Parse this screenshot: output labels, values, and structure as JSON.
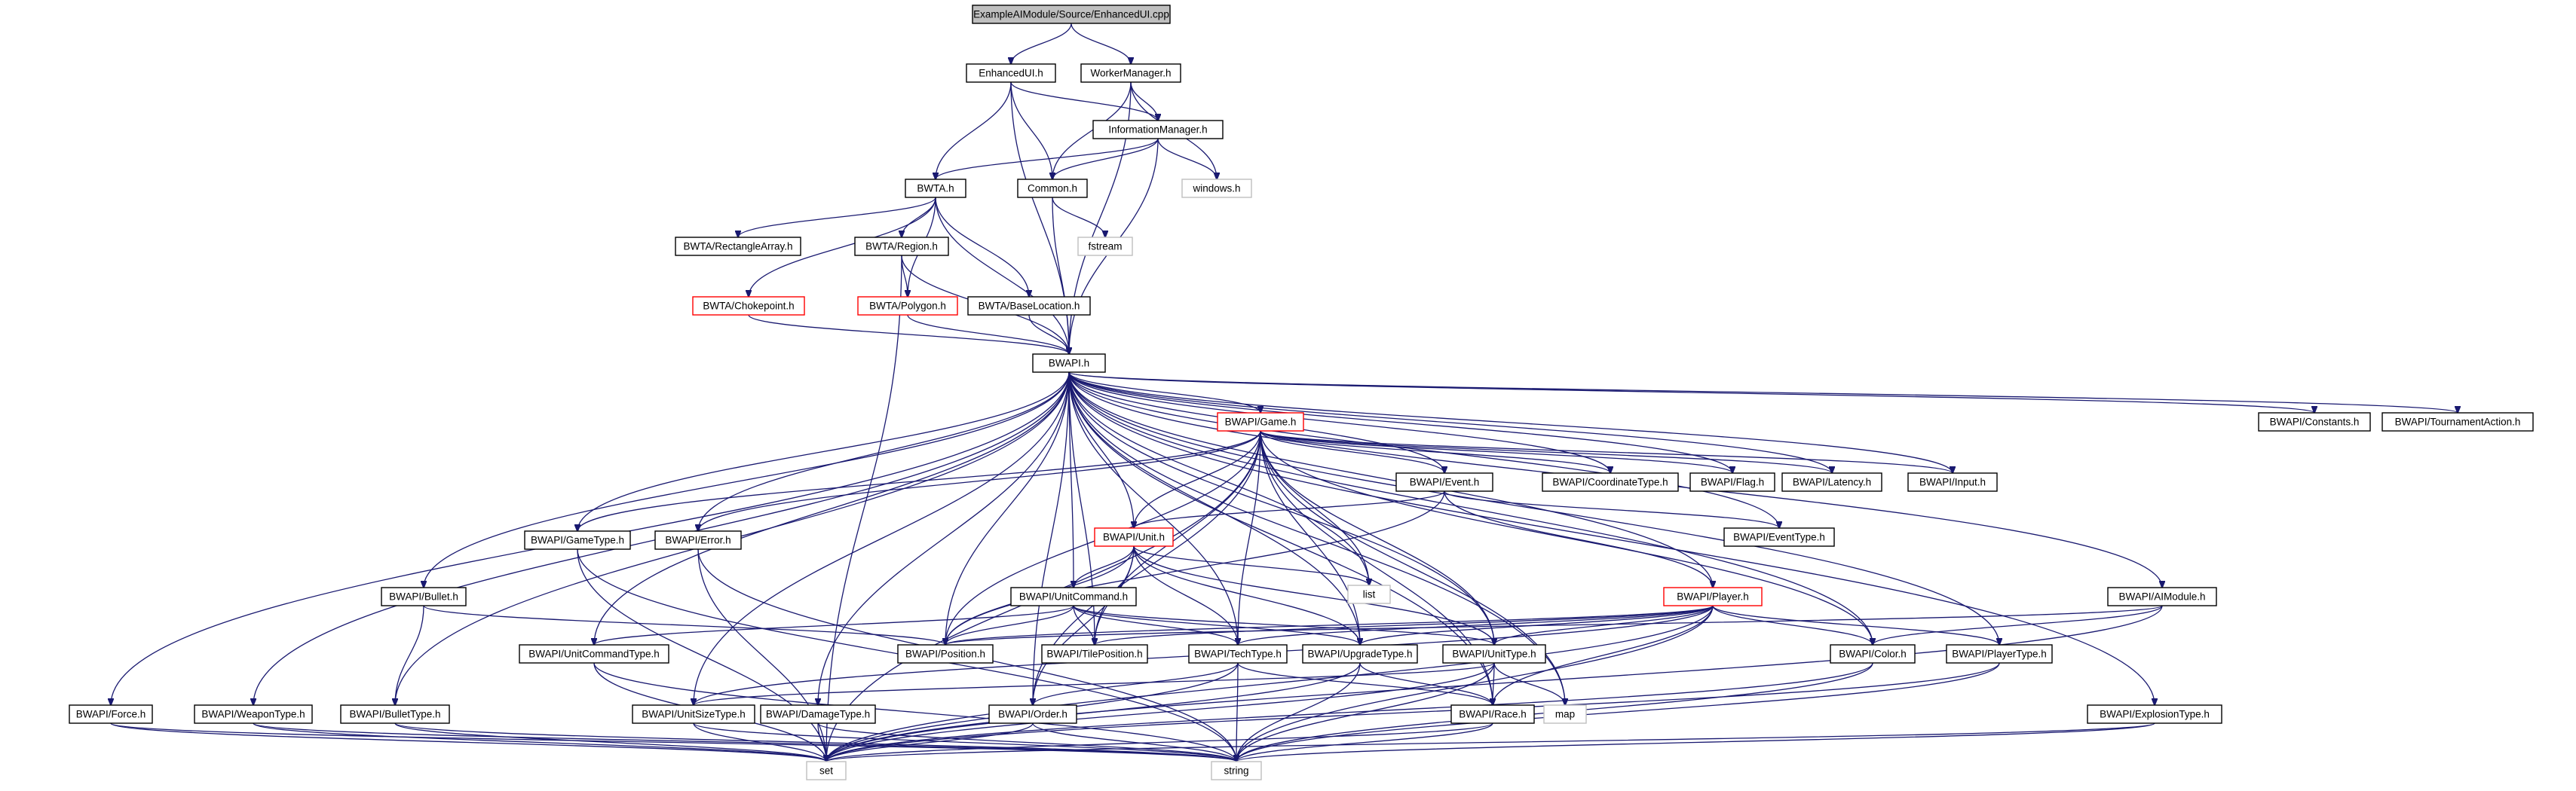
{
  "colors": {
    "edge": "#191970",
    "node_border": "#000000",
    "node_border_truncated": "#ff0000",
    "node_border_external": "#bfbfbf",
    "highlight_fill": "#bfbfbf"
  },
  "nodes": [
    {
      "id": "root",
      "label": "ExampleAIModule/Source/EnhancedUI.cpp",
      "kind": "highlight"
    },
    {
      "id": "enhancedui",
      "label": "EnhancedUI.h",
      "kind": "normal"
    },
    {
      "id": "workermanager",
      "label": "WorkerManager.h",
      "kind": "normal"
    },
    {
      "id": "infomanager",
      "label": "InformationManager.h",
      "kind": "normal"
    },
    {
      "id": "windows",
      "label": "windows.h",
      "kind": "external"
    },
    {
      "id": "bwta",
      "label": "BWTA.h",
      "kind": "normal"
    },
    {
      "id": "common",
      "label": "Common.h",
      "kind": "normal"
    },
    {
      "id": "rectarray",
      "label": "BWTA/RectangleArray.h",
      "kind": "normal"
    },
    {
      "id": "fstream",
      "label": "fstream",
      "kind": "external"
    },
    {
      "id": "region",
      "label": "BWTA/Region.h",
      "kind": "normal"
    },
    {
      "id": "chokepoint",
      "label": "BWTA/Chokepoint.h",
      "kind": "truncated"
    },
    {
      "id": "polygon",
      "label": "BWTA/Polygon.h",
      "kind": "truncated"
    },
    {
      "id": "baselocation",
      "label": "BWTA/BaseLocation.h",
      "kind": "normal"
    },
    {
      "id": "bwapi",
      "label": "BWAPI.h",
      "kind": "normal"
    },
    {
      "id": "game",
      "label": "BWAPI/Game.h",
      "kind": "truncated"
    },
    {
      "id": "constants",
      "label": "BWAPI/Constants.h",
      "kind": "normal"
    },
    {
      "id": "tournament",
      "label": "BWAPI/TournamentAction.h",
      "kind": "normal"
    },
    {
      "id": "event",
      "label": "BWAPI/Event.h",
      "kind": "normal"
    },
    {
      "id": "coordtype",
      "label": "BWAPI/CoordinateType.h",
      "kind": "normal"
    },
    {
      "id": "flag",
      "label": "BWAPI/Flag.h",
      "kind": "normal"
    },
    {
      "id": "latency",
      "label": "BWAPI/Latency.h",
      "kind": "normal"
    },
    {
      "id": "input",
      "label": "BWAPI/Input.h",
      "kind": "normal"
    },
    {
      "id": "gametype",
      "label": "BWAPI/GameType.h",
      "kind": "normal"
    },
    {
      "id": "error",
      "label": "BWAPI/Error.h",
      "kind": "normal"
    },
    {
      "id": "unit",
      "label": "BWAPI/Unit.h",
      "kind": "truncated"
    },
    {
      "id": "eventtype",
      "label": "BWAPI/EventType.h",
      "kind": "normal"
    },
    {
      "id": "bullet",
      "label": "BWAPI/Bullet.h",
      "kind": "normal"
    },
    {
      "id": "unitcommand",
      "label": "BWAPI/UnitCommand.h",
      "kind": "normal"
    },
    {
      "id": "list",
      "label": "list",
      "kind": "external"
    },
    {
      "id": "player",
      "label": "BWAPI/Player.h",
      "kind": "truncated"
    },
    {
      "id": "aimodule",
      "label": "BWAPI/AIModule.h",
      "kind": "normal"
    },
    {
      "id": "unitcommandtype",
      "label": "BWAPI/UnitCommandType.h",
      "kind": "normal"
    },
    {
      "id": "position",
      "label": "BWAPI/Position.h",
      "kind": "normal"
    },
    {
      "id": "tileposition",
      "label": "BWAPI/TilePosition.h",
      "kind": "normal"
    },
    {
      "id": "techtype",
      "label": "BWAPI/TechType.h",
      "kind": "normal"
    },
    {
      "id": "upgradetype",
      "label": "BWAPI/UpgradeType.h",
      "kind": "normal"
    },
    {
      "id": "unittype",
      "label": "BWAPI/UnitType.h",
      "kind": "normal"
    },
    {
      "id": "color",
      "label": "BWAPI/Color.h",
      "kind": "normal"
    },
    {
      "id": "playertype",
      "label": "BWAPI/PlayerType.h",
      "kind": "normal"
    },
    {
      "id": "force",
      "label": "BWAPI/Force.h",
      "kind": "normal"
    },
    {
      "id": "weapontype",
      "label": "BWAPI/WeaponType.h",
      "kind": "normal"
    },
    {
      "id": "bullettype",
      "label": "BWAPI/BulletType.h",
      "kind": "normal"
    },
    {
      "id": "unitsizetype",
      "label": "BWAPI/UnitSizeType.h",
      "kind": "normal"
    },
    {
      "id": "damagetype",
      "label": "BWAPI/DamageType.h",
      "kind": "normal"
    },
    {
      "id": "order",
      "label": "BWAPI/Order.h",
      "kind": "normal"
    },
    {
      "id": "race",
      "label": "BWAPI/Race.h",
      "kind": "normal"
    },
    {
      "id": "map",
      "label": "map",
      "kind": "external"
    },
    {
      "id": "explosiontype",
      "label": "BWAPI/ExplosionType.h",
      "kind": "normal"
    },
    {
      "id": "set",
      "label": "set",
      "kind": "external"
    },
    {
      "id": "string",
      "label": "string",
      "kind": "external"
    }
  ],
  "edges": [
    [
      "root",
      "enhancedui"
    ],
    [
      "root",
      "workermanager"
    ],
    [
      "enhancedui",
      "infomanager"
    ],
    [
      "enhancedui",
      "bwta"
    ],
    [
      "enhancedui",
      "common"
    ],
    [
      "enhancedui",
      "bwapi"
    ],
    [
      "workermanager",
      "infomanager"
    ],
    [
      "workermanager",
      "common"
    ],
    [
      "workermanager",
      "windows"
    ],
    [
      "workermanager",
      "bwapi"
    ],
    [
      "infomanager",
      "bwta"
    ],
    [
      "infomanager",
      "common"
    ],
    [
      "infomanager",
      "windows"
    ],
    [
      "infomanager",
      "bwapi"
    ],
    [
      "common",
      "fstream"
    ],
    [
      "common",
      "bwapi"
    ],
    [
      "bwta",
      "rectarray"
    ],
    [
      "bwta",
      "region"
    ],
    [
      "bwta",
      "chokepoint"
    ],
    [
      "bwta",
      "polygon"
    ],
    [
      "bwta",
      "baselocation"
    ],
    [
      "bwta",
      "bwapi"
    ],
    [
      "region",
      "polygon"
    ],
    [
      "region",
      "bwapi"
    ],
    [
      "region",
      "set"
    ],
    [
      "chokepoint",
      "bwapi"
    ],
    [
      "polygon",
      "bwapi"
    ],
    [
      "baselocation",
      "bwapi"
    ],
    [
      "bwapi",
      "game"
    ],
    [
      "bwapi",
      "constants"
    ],
    [
      "bwapi",
      "tournament"
    ],
    [
      "bwapi",
      "event"
    ],
    [
      "bwapi",
      "coordtype"
    ],
    [
      "bwapi",
      "flag"
    ],
    [
      "bwapi",
      "latency"
    ],
    [
      "bwapi",
      "input"
    ],
    [
      "bwapi",
      "gametype"
    ],
    [
      "bwapi",
      "error"
    ],
    [
      "bwapi",
      "unit"
    ],
    [
      "bwapi",
      "eventtype"
    ],
    [
      "bwapi",
      "bullet"
    ],
    [
      "bwapi",
      "unitcommand"
    ],
    [
      "bwapi",
      "player"
    ],
    [
      "bwapi",
      "aimodule"
    ],
    [
      "bwapi",
      "unitcommandtype"
    ],
    [
      "bwapi",
      "position"
    ],
    [
      "bwapi",
      "tileposition"
    ],
    [
      "bwapi",
      "techtype"
    ],
    [
      "bwapi",
      "upgradetype"
    ],
    [
      "bwapi",
      "unittype"
    ],
    [
      "bwapi",
      "color"
    ],
    [
      "bwapi",
      "playertype"
    ],
    [
      "bwapi",
      "force"
    ],
    [
      "bwapi",
      "weapontype"
    ],
    [
      "bwapi",
      "bullettype"
    ],
    [
      "bwapi",
      "unitsizetype"
    ],
    [
      "bwapi",
      "damagetype"
    ],
    [
      "bwapi",
      "order"
    ],
    [
      "bwapi",
      "race"
    ],
    [
      "bwapi",
      "explosiontype"
    ],
    [
      "bwapi",
      "list"
    ],
    [
      "bwapi",
      "map"
    ],
    [
      "game",
      "event"
    ],
    [
      "game",
      "coordtype"
    ],
    [
      "game",
      "flag"
    ],
    [
      "game",
      "latency"
    ],
    [
      "game",
      "input"
    ],
    [
      "game",
      "gametype"
    ],
    [
      "game",
      "error"
    ],
    [
      "game",
      "unit"
    ],
    [
      "game",
      "list"
    ],
    [
      "game",
      "position"
    ],
    [
      "game",
      "tileposition"
    ],
    [
      "game",
      "techtype"
    ],
    [
      "game",
      "upgradetype"
    ],
    [
      "game",
      "unittype"
    ],
    [
      "game",
      "color"
    ],
    [
      "game",
      "order"
    ],
    [
      "game",
      "race"
    ],
    [
      "game",
      "map"
    ],
    [
      "game",
      "set"
    ],
    [
      "event",
      "eventtype"
    ],
    [
      "event",
      "unit"
    ],
    [
      "event",
      "player"
    ],
    [
      "event",
      "position"
    ],
    [
      "unit",
      "unitcommand"
    ],
    [
      "unit",
      "list"
    ],
    [
      "unit",
      "position"
    ],
    [
      "unit",
      "tileposition"
    ],
    [
      "unit",
      "techtype"
    ],
    [
      "unit",
      "upgradetype"
    ],
    [
      "unit",
      "unittype"
    ],
    [
      "unit",
      "order"
    ],
    [
      "unitcommand",
      "unitcommandtype"
    ],
    [
      "unitcommand",
      "position"
    ],
    [
      "unitcommand",
      "tileposition"
    ],
    [
      "unitcommand",
      "techtype"
    ],
    [
      "unitcommand",
      "upgradetype"
    ],
    [
      "unitcommand",
      "unittype"
    ],
    [
      "player",
      "race"
    ],
    [
      "player",
      "unittype"
    ],
    [
      "player",
      "techtype"
    ],
    [
      "player",
      "upgradetype"
    ],
    [
      "player",
      "color"
    ],
    [
      "player",
      "playertype"
    ],
    [
      "player",
      "position"
    ],
    [
      "player",
      "tileposition"
    ],
    [
      "player",
      "set"
    ],
    [
      "player",
      "string"
    ],
    [
      "player",
      "unitsizetype"
    ],
    [
      "aimodule",
      "color"
    ],
    [
      "aimodule",
      "position"
    ],
    [
      "aimodule",
      "set"
    ],
    [
      "gametype",
      "set"
    ],
    [
      "gametype",
      "string"
    ],
    [
      "error",
      "set"
    ],
    [
      "error",
      "string"
    ],
    [
      "bullet",
      "bullettype"
    ],
    [
      "bullet",
      "position"
    ],
    [
      "unitcommandtype",
      "set"
    ],
    [
      "unitcommandtype",
      "string"
    ],
    [
      "techtype",
      "order"
    ],
    [
      "techtype",
      "race"
    ],
    [
      "techtype",
      "set"
    ],
    [
      "techtype",
      "string"
    ],
    [
      "upgradetype",
      "race"
    ],
    [
      "upgradetype",
      "set"
    ],
    [
      "upgradetype",
      "string"
    ],
    [
      "unittype",
      "race"
    ],
    [
      "unittype",
      "unitsizetype"
    ],
    [
      "unittype",
      "map"
    ],
    [
      "unittype",
      "set"
    ],
    [
      "unittype",
      "string"
    ],
    [
      "color",
      "set"
    ],
    [
      "color",
      "string"
    ],
    [
      "playertype",
      "set"
    ],
    [
      "playertype",
      "string"
    ],
    [
      "force",
      "set"
    ],
    [
      "force",
      "string"
    ],
    [
      "weapontype",
      "set"
    ],
    [
      "weapontype",
      "string"
    ],
    [
      "bullettype",
      "set"
    ],
    [
      "bullettype",
      "string"
    ],
    [
      "unitsizetype",
      "set"
    ],
    [
      "unitsizetype",
      "string"
    ],
    [
      "damagetype",
      "set"
    ],
    [
      "damagetype",
      "string"
    ],
    [
      "order",
      "set"
    ],
    [
      "order",
      "string"
    ],
    [
      "race",
      "set"
    ],
    [
      "race",
      "string"
    ],
    [
      "explosiontype",
      "set"
    ],
    [
      "explosiontype",
      "string"
    ]
  ]
}
